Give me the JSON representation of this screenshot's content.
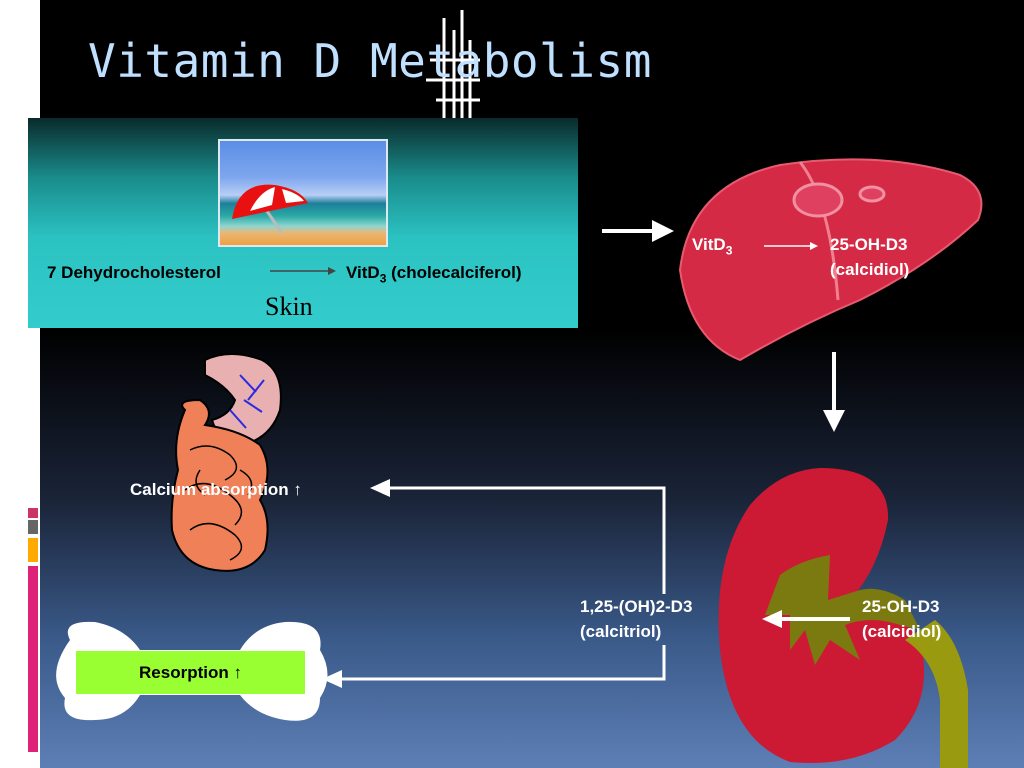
{
  "title": "Vitamin D Metabolism",
  "skin": {
    "precursor": "7 Dehydrocholesterol",
    "product": "VitD",
    "product_sub": "3",
    "product_note": "(cholecalciferol)",
    "label": "Skin"
  },
  "liver": {
    "input": "VitD",
    "input_sub": "3",
    "output_line1": "25-OH-D3",
    "output_line2": "(calcidiol)"
  },
  "kidney": {
    "input_line1": "25-OH-D3",
    "input_line2": "(calcidiol)",
    "output_line1": "1,25-(OH)2-D3",
    "output_line2": "(calcitriol)"
  },
  "intestine": {
    "effect": "Calcium absorption ↑"
  },
  "bone": {
    "effect": "Resorption ↑"
  },
  "colors": {
    "title": "#bfe0ff",
    "skin_panel": "#33cccc",
    "organ_red": "#d42a45",
    "resorption_box": "#99ff33"
  }
}
